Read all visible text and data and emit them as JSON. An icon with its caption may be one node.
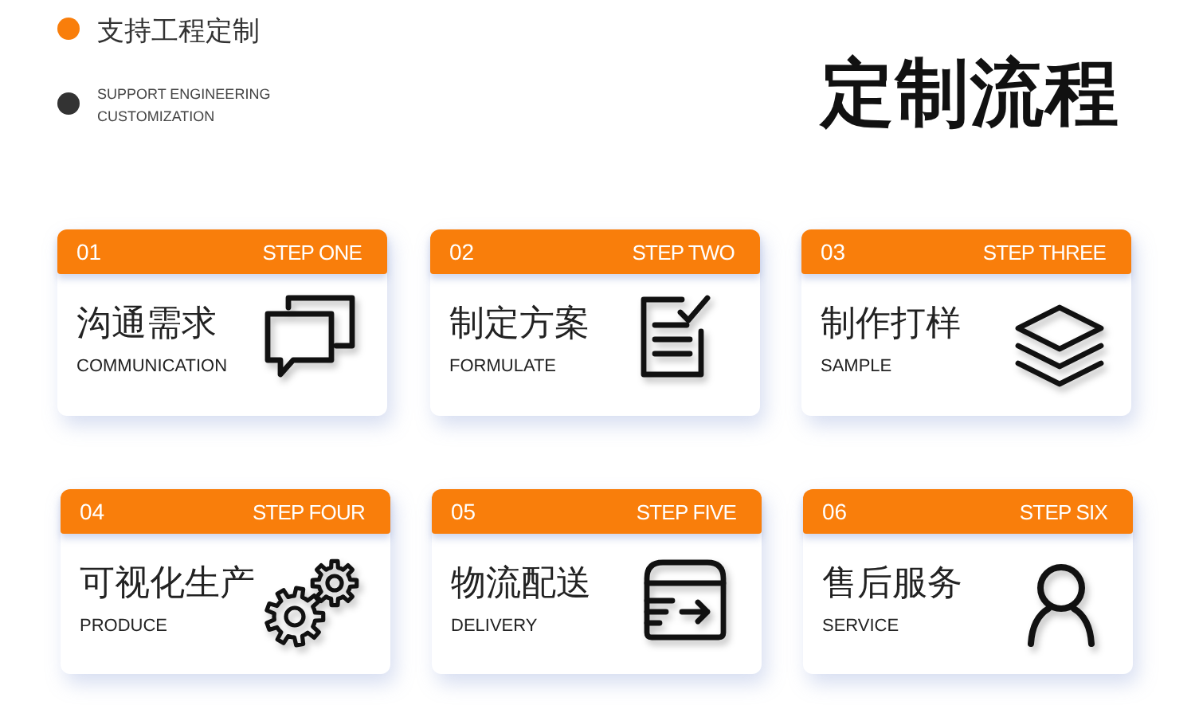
{
  "diagram": {
    "title": "定制流程",
    "nodes": [
      {
        "text": [
          "01",
          "STEP ONE",
          "沟通需求",
          "COMMUNICATION"
        ]
      },
      {
        "text": [
          "02",
          "STEP TWO",
          "制定方案",
          "FORMULATE"
        ]
      },
      {
        "text": [
          "03",
          "STEP THREE",
          "制作打样",
          "SAMPLE"
        ]
      },
      {
        "text": [
          "04",
          "STEP FOUR",
          "可视化生产",
          "PRODUCE"
        ]
      },
      {
        "text": [
          "05",
          "STEP FIVE",
          "物流配送",
          "DELIVERY"
        ]
      },
      {
        "text": [
          "06",
          "STEP SIX",
          "售后服务",
          "SERVICE"
        ]
      }
    ],
    "edges": [],
    "labels": [
      "支持工程定制",
      "SUPPORT ENGINEERING CUSTOMIZATION"
    ]
  }
}
